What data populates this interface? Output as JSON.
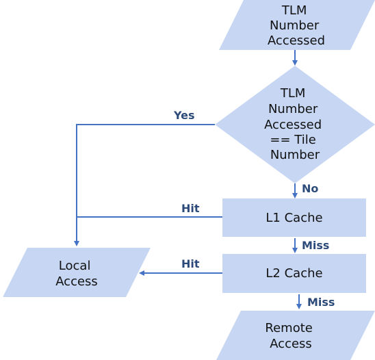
{
  "colors": {
    "shape_fill": "#c6d6f3",
    "connector": "#4472c4",
    "edge_label": "#2c4a7a",
    "node_text": "#111111"
  },
  "nodes": {
    "tlm_number_accessed": {
      "shape": "parallelogram",
      "lines": [
        "TLM",
        "Number",
        "Accessed"
      ]
    },
    "decision": {
      "shape": "diamond",
      "lines": [
        "TLM",
        "Number",
        "Accessed",
        "== Tile",
        "Number"
      ]
    },
    "l1_cache": {
      "shape": "rectangle",
      "lines": [
        "L1 Cache"
      ]
    },
    "l2_cache": {
      "shape": "rectangle",
      "lines": [
        "L2 Cache"
      ]
    },
    "local_access": {
      "shape": "parallelogram",
      "lines": [
        "Local",
        "Access"
      ]
    },
    "remote_access": {
      "shape": "parallelogram",
      "lines": [
        "Remote",
        "Access"
      ]
    }
  },
  "edges": {
    "start_to_decision": {
      "label": ""
    },
    "decision_yes": {
      "label": "Yes"
    },
    "decision_no": {
      "label": "No"
    },
    "l1_hit": {
      "label": "Hit"
    },
    "l1_miss": {
      "label": "Miss"
    },
    "l2_hit": {
      "label": "Hit"
    },
    "l2_miss": {
      "label": "Miss"
    }
  }
}
